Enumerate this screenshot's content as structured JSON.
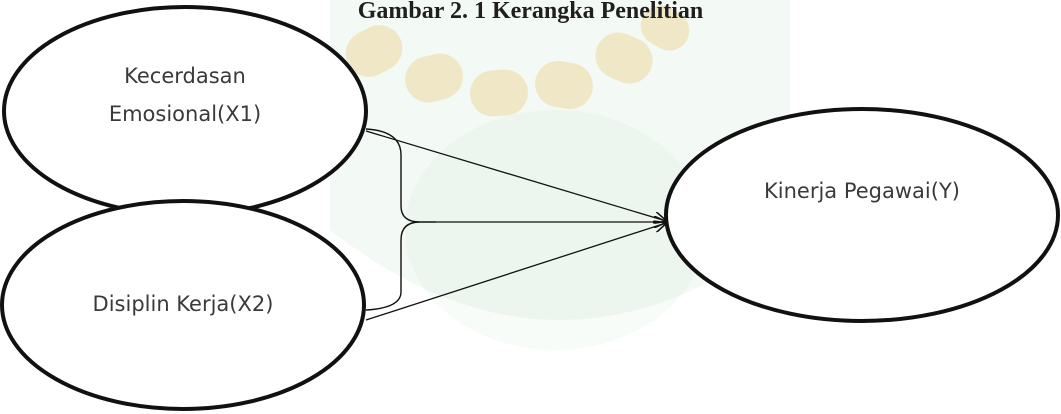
{
  "title": "Gambar 2. 1 Kerangka Penelitian",
  "nodes": {
    "x1": {
      "line1": "Kecerdasan",
      "line2": "Emosional(X1)"
    },
    "x2": {
      "label": "Disiplin Kerja(X2)"
    },
    "y": {
      "label": "Kinerja Pegawai(Y)"
    }
  },
  "colors": {
    "stroke": "#111111",
    "watermark_green": "#2e9a3e",
    "watermark_gold": "#e6b43c"
  }
}
